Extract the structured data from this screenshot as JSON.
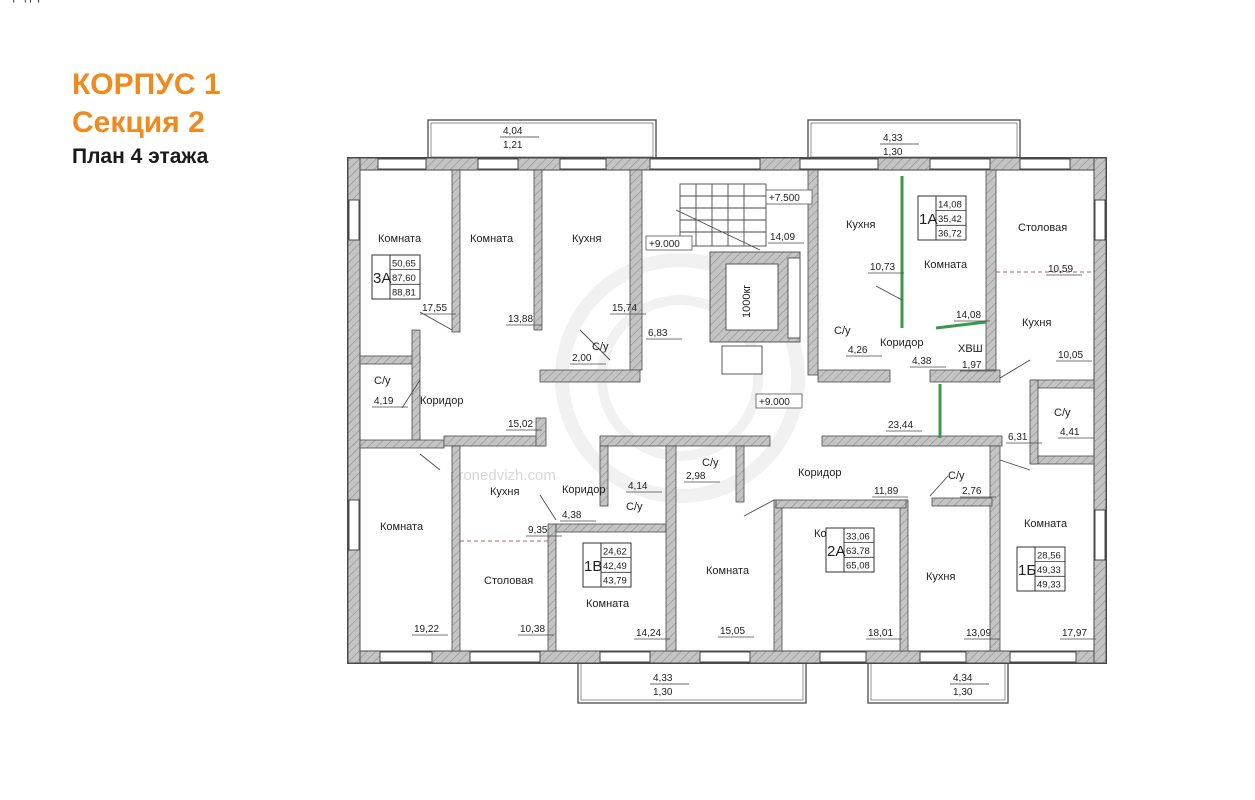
{
  "header": {
    "building": "КОРПУС 1",
    "section": "Секция 2",
    "floor_plan": "План 4 этажа"
  },
  "colors": {
    "accent": "#ef8a1e",
    "wall": "#bfbfbf",
    "outline": "#4a4a4a",
    "watermark": "#e6e6e6",
    "hatch": "#9a9a9a",
    "green_line": "#3a9a4a"
  },
  "rooms": [
    {
      "label": "Комната",
      "area": "17,55"
    },
    {
      "label": "Комната",
      "area": "13,88"
    },
    {
      "label": "Кухня",
      "area": "15,74"
    },
    {
      "label": "С/у",
      "area": "2,00"
    },
    {
      "label": "С/у",
      "area": "4,19"
    },
    {
      "label": "Коридор",
      "area": "15,02"
    },
    {
      "label": "Комната",
      "area": "19,22"
    },
    {
      "label": "Кухня",
      "area": "9,35"
    },
    {
      "label": "Столовая",
      "area": "10,38"
    },
    {
      "label": "Коридор",
      "area": "4,38"
    },
    {
      "label": "Комната",
      "area": "14,24"
    },
    {
      "label": "С/у",
      "area": "4,14"
    },
    {
      "label": "С/у",
      "area": "2,98"
    },
    {
      "label": "Комната",
      "area": "15,05"
    },
    {
      "label": "Коридор",
      "area": ""
    },
    {
      "label": "Комната",
      "area": "18,01"
    },
    {
      "label": "Кухня",
      "area": "13,09"
    },
    {
      "label": "С/у",
      "area": "2,76"
    },
    {
      "label": "Комната",
      "area": "17,97"
    },
    {
      "label": "Кухня",
      "area": "10,73"
    },
    {
      "label": "Комната",
      "area": "14,08"
    },
    {
      "label": "С/у",
      "area": "4,26"
    },
    {
      "label": "Коридор",
      "area": "4,38"
    },
    {
      "label": "ХВШ",
      "area": "1,97"
    },
    {
      "label": "Столовая",
      "area": "10,59"
    },
    {
      "label": "Кухня",
      "area": "10,05"
    },
    {
      "label": "Коридор",
      "area": "23,44"
    },
    {
      "label": "С/у",
      "area": "4,41"
    },
    {
      "label": "",
      "area": "6,31"
    },
    {
      "label": "",
      "area": "11,89"
    },
    {
      "label": "",
      "area": "6,83"
    },
    {
      "label": "",
      "area": "14,09"
    }
  ],
  "apartments": [
    {
      "code": "3А",
      "v1": "50,65",
      "v2": "87,60",
      "v3": "88,81"
    },
    {
      "code": "1А",
      "v1": "14,08",
      "v2": "35,42",
      "v3": "36,72"
    },
    {
      "code": "1В",
      "v1": "24,62",
      "v2": "42,49",
      "v3": "43,79"
    },
    {
      "code": "2А",
      "v1": "33,06",
      "v2": "63,78",
      "v3": "65,08"
    },
    {
      "code": "1Б",
      "v1": "28,56",
      "v2": "49,33",
      "v3": "49,33"
    }
  ],
  "balconies": [
    {
      "top": "4,04",
      "bottom": "1,21"
    },
    {
      "top": "4,33",
      "bottom": "1,30"
    },
    {
      "top": "4,33",
      "bottom": "1,30"
    },
    {
      "top": "4,34",
      "bottom": "1,30"
    }
  ],
  "levels": [
    "+7.500",
    "+9.000",
    "+9.000"
  ],
  "elevator_label": "1000кг",
  "watermark_text": "pronedvizh.com"
}
